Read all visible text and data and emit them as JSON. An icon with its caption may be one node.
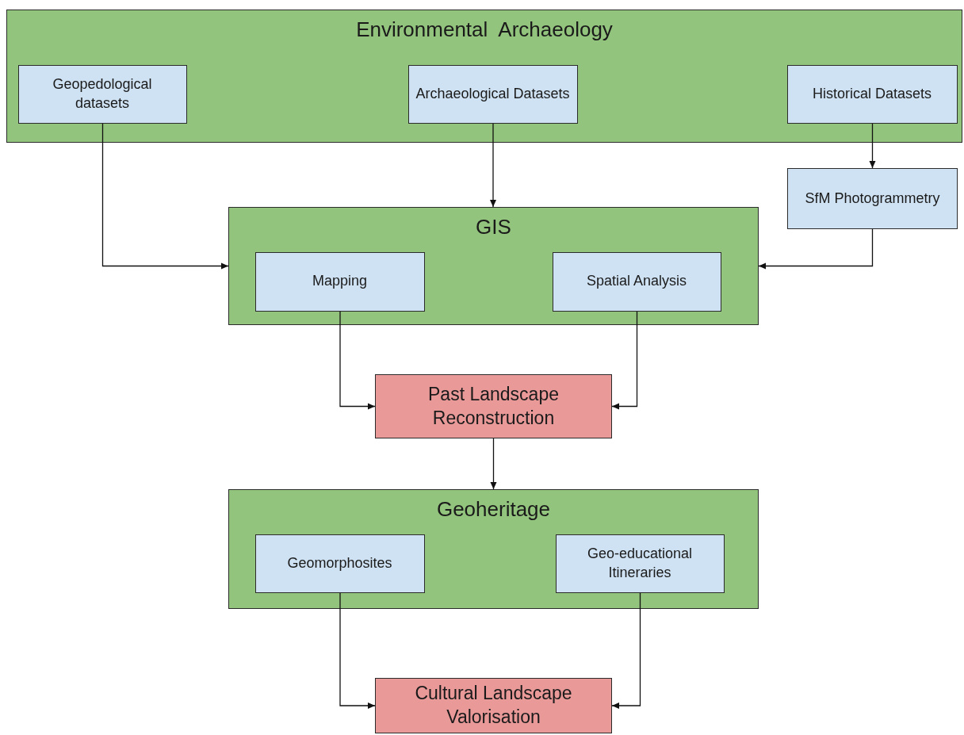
{
  "diagram": {
    "nodes": [
      {
        "text": [
          "Environmental  Archaeology"
        ]
      },
      {
        "text": [
          "Geopedological datasets"
        ],
        "in": 0
      },
      {
        "text": [
          "Archaeological Datasets"
        ],
        "in": 0
      },
      {
        "text": [
          "Historical Datasets"
        ],
        "in": 0
      },
      {
        "text": [
          "SfM Photogrammetry"
        ]
      },
      {
        "text": [
          "GIS"
        ]
      },
      {
        "text": [
          "Mapping"
        ],
        "in": 5
      },
      {
        "text": [
          "Spatial Analysis"
        ],
        "in": 5
      },
      {
        "text": [
          "Past Landscape Reconstruction"
        ]
      },
      {
        "text": [
          "Geoheritage"
        ]
      },
      {
        "text": [
          "Geomorphosites"
        ],
        "in": 9
      },
      {
        "text": [
          "Geo-educational Itineraries"
        ],
        "in": 9
      },
      {
        "text": [
          "Cultural Landscape Valorisation"
        ]
      }
    ],
    "edges": [
      {
        "from": 1,
        "to": 5,
        "arrow": "to"
      },
      {
        "from": 2,
        "to": 5,
        "arrow": "to"
      },
      {
        "from": 3,
        "to": 4,
        "arrow": "to"
      },
      {
        "from": 4,
        "to": 5,
        "arrow": "to"
      },
      {
        "from": 6,
        "to": 8,
        "arrow": "to"
      },
      {
        "from": 7,
        "to": 8,
        "arrow": "to"
      },
      {
        "from": 8,
        "to": 9,
        "arrow": "to"
      },
      {
        "from": 10,
        "to": 12,
        "arrow": "to"
      },
      {
        "from": 11,
        "to": 12,
        "arrow": "to"
      }
    ]
  }
}
